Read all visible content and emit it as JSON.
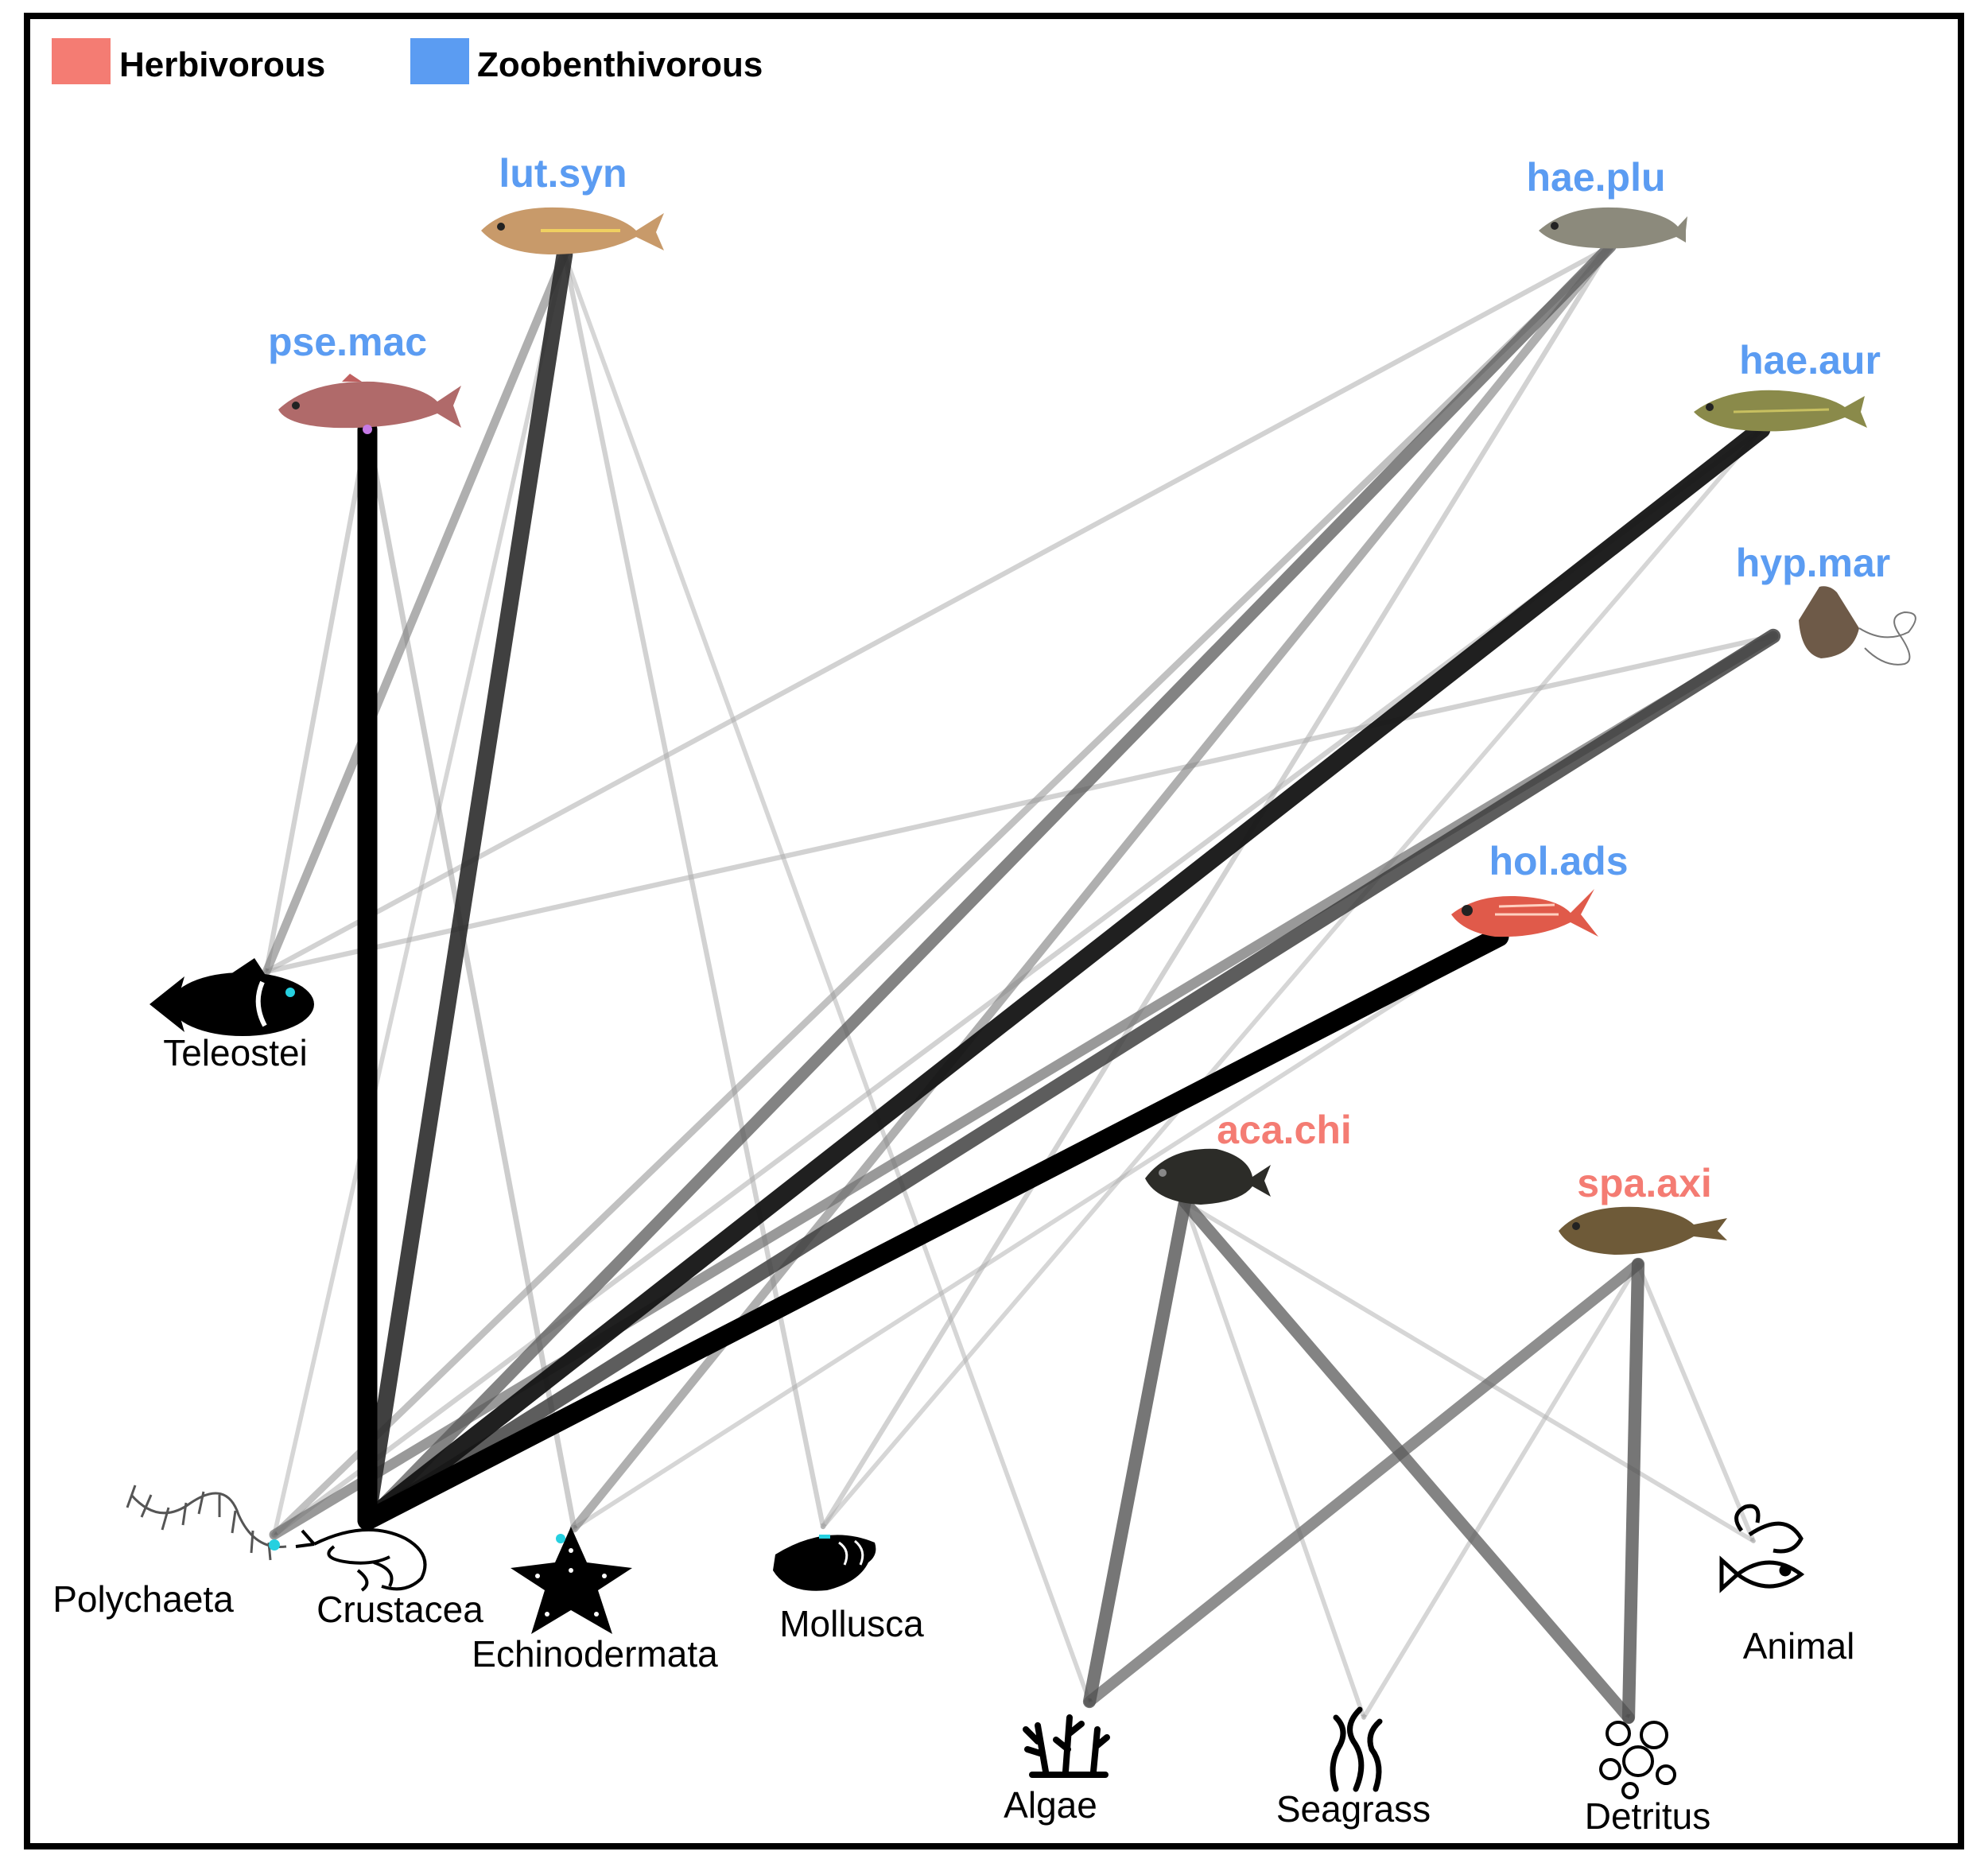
{
  "legend": {
    "items": [
      {
        "label": "Herbivorous",
        "color": "#f47c73"
      },
      {
        "label": "Zoobenthivorous",
        "color": "#5b9cf2"
      }
    ]
  },
  "predators": [
    {
      "id": "lut_syn",
      "label": "lut.syn",
      "group": "Zoobenthivorous",
      "icon": "snapper-fish-icon"
    },
    {
      "id": "pse_mac",
      "label": "pse.mac",
      "group": "Zoobenthivorous",
      "icon": "goatfish-icon"
    },
    {
      "id": "hae_plu",
      "label": "hae.plu",
      "group": "Zoobenthivorous",
      "icon": "grunt-fish-icon"
    },
    {
      "id": "hae_aur",
      "label": "hae.aur",
      "group": "Zoobenthivorous",
      "icon": "grunt-fish-icon"
    },
    {
      "id": "hyp_mar",
      "label": "hyp.mar",
      "group": "Zoobenthivorous",
      "icon": "stingray-icon"
    },
    {
      "id": "hol_ads",
      "label": "hol.ads",
      "group": "Zoobenthivorous",
      "icon": "squirrelfish-icon"
    },
    {
      "id": "aca_chi",
      "label": "aca.chi",
      "group": "Herbivorous",
      "icon": "surgeonfish-icon"
    },
    {
      "id": "spa_axi",
      "label": "spa.axi",
      "group": "Herbivorous",
      "icon": "parrotfish-icon"
    }
  ],
  "prey": [
    {
      "id": "teleostei",
      "label": "Teleostei",
      "icon": "fish-silhouette-icon"
    },
    {
      "id": "polychaeta",
      "label": "Polychaeta",
      "icon": "worm-icon"
    },
    {
      "id": "crustacea",
      "label": "Crustacea",
      "icon": "shrimp-icon"
    },
    {
      "id": "echinodermata",
      "label": "Echinodermata",
      "icon": "starfish-icon"
    },
    {
      "id": "mollusca",
      "label": "Mollusca",
      "icon": "shell-icon"
    },
    {
      "id": "animal",
      "label": "Animal",
      "icon": "animal-food-icon"
    },
    {
      "id": "algae",
      "label": "Algae",
      "icon": "algae-icon"
    },
    {
      "id": "seagrass",
      "label": "Seagrass",
      "icon": "seagrass-icon"
    },
    {
      "id": "detritus",
      "label": "Detritus",
      "icon": "detritus-icon"
    }
  ],
  "links": [
    {
      "from": "pse_mac",
      "to": "crustacea",
      "weight": 1.0
    },
    {
      "from": "pse_mac",
      "to": "teleostei",
      "weight": 0.15
    },
    {
      "from": "pse_mac",
      "to": "echinodermata",
      "weight": 0.18
    },
    {
      "from": "lut_syn",
      "to": "crustacea",
      "weight": 0.8
    },
    {
      "from": "lut_syn",
      "to": "teleostei",
      "weight": 0.35
    },
    {
      "from": "lut_syn",
      "to": "polychaeta",
      "weight": 0.12
    },
    {
      "from": "lut_syn",
      "to": "mollusca",
      "weight": 0.15
    },
    {
      "from": "lut_syn",
      "to": "algae",
      "weight": 0.12
    },
    {
      "from": "hae_plu",
      "to": "teleostei",
      "weight": 0.15
    },
    {
      "from": "hae_plu",
      "to": "polychaeta",
      "weight": 0.25
    },
    {
      "from": "hae_plu",
      "to": "crustacea",
      "weight": 0.55
    },
    {
      "from": "hae_plu",
      "to": "echinodermata",
      "weight": 0.35
    },
    {
      "from": "hae_plu",
      "to": "mollusca",
      "weight": 0.15
    },
    {
      "from": "hae_aur",
      "to": "crustacea",
      "weight": 0.9
    },
    {
      "from": "hae_aur",
      "to": "polychaeta",
      "weight": 0.15
    },
    {
      "from": "hae_aur",
      "to": "mollusca",
      "weight": 0.12
    },
    {
      "from": "hyp_mar",
      "to": "crustacea",
      "weight": 0.7
    },
    {
      "from": "hyp_mar",
      "to": "polychaeta",
      "weight": 0.45
    },
    {
      "from": "hyp_mar",
      "to": "teleostei",
      "weight": 0.15
    },
    {
      "from": "hol_ads",
      "to": "crustacea",
      "weight": 1.0
    },
    {
      "from": "hol_ads",
      "to": "echinodermata",
      "weight": 0.12
    },
    {
      "from": "aca_chi",
      "to": "algae",
      "weight": 0.6
    },
    {
      "from": "aca_chi",
      "to": "detritus",
      "weight": 0.55
    },
    {
      "from": "aca_chi",
      "to": "seagrass",
      "weight": 0.12
    },
    {
      "from": "aca_chi",
      "to": "animal",
      "weight": 0.12
    },
    {
      "from": "spa_axi",
      "to": "algae",
      "weight": 0.5
    },
    {
      "from": "spa_axi",
      "to": "detritus",
      "weight": 0.6
    },
    {
      "from": "spa_axi",
      "to": "seagrass",
      "weight": 0.12
    },
    {
      "from": "spa_axi",
      "to": "animal",
      "weight": 0.12
    }
  ]
}
